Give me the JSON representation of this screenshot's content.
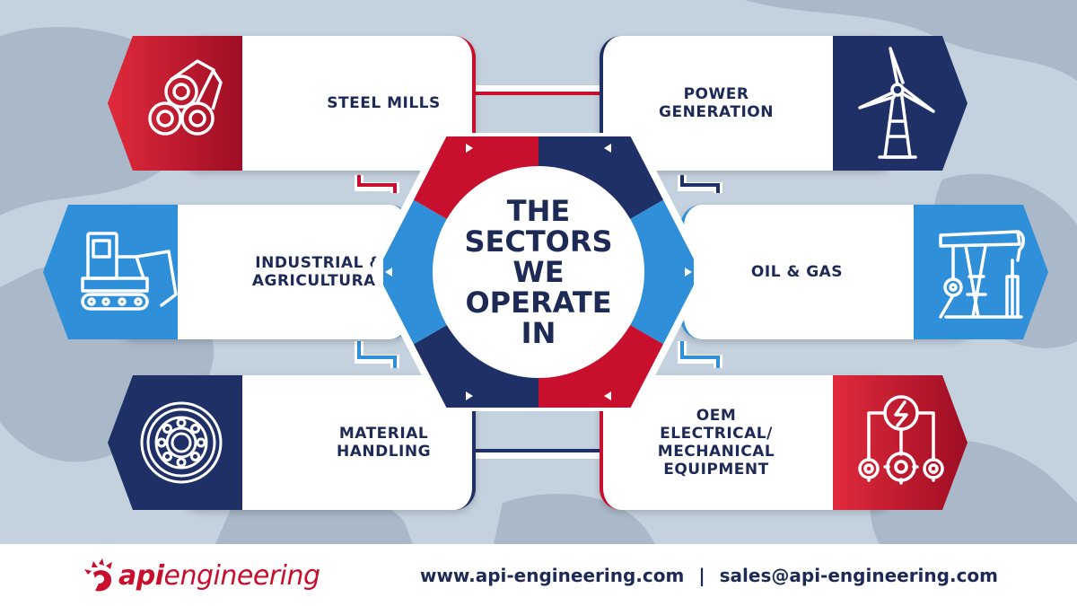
{
  "colors": {
    "red": "#c8102e",
    "navy": "#1f3066",
    "blue": "#2f8fd8",
    "text": "#1d2a55",
    "map": "#c4d1de"
  },
  "hub": {
    "title": "THE\nSECTORS\nWE OPERATE\nIN"
  },
  "sectors": [
    {
      "label": "STEEL MILLS",
      "icon": "steel-pipes-icon",
      "accent": "red"
    },
    {
      "label": "POWER\nGENERATION",
      "icon": "wind-turbine-icon",
      "accent": "navy"
    },
    {
      "label": "INDUSTRIAL &\nAGRICULTURAL",
      "icon": "excavator-icon",
      "accent": "blue"
    },
    {
      "label": "OIL & GAS",
      "icon": "oil-pump-jack-icon",
      "accent": "blue"
    },
    {
      "label": "MATERIAL\nHANDLING",
      "icon": "bearing-icon",
      "accent": "navy"
    },
    {
      "label": "OEM\nELECTRICAL/\nMECHANICAL\nEQUIPMENT",
      "icon": "electric-gears-icon",
      "accent": "red"
    }
  ],
  "footer": {
    "logo_api": "api",
    "logo_engineering": "engineering",
    "website": "www.api-engineering.com",
    "separator": "|",
    "email": "sales@api-engineering.com"
  }
}
